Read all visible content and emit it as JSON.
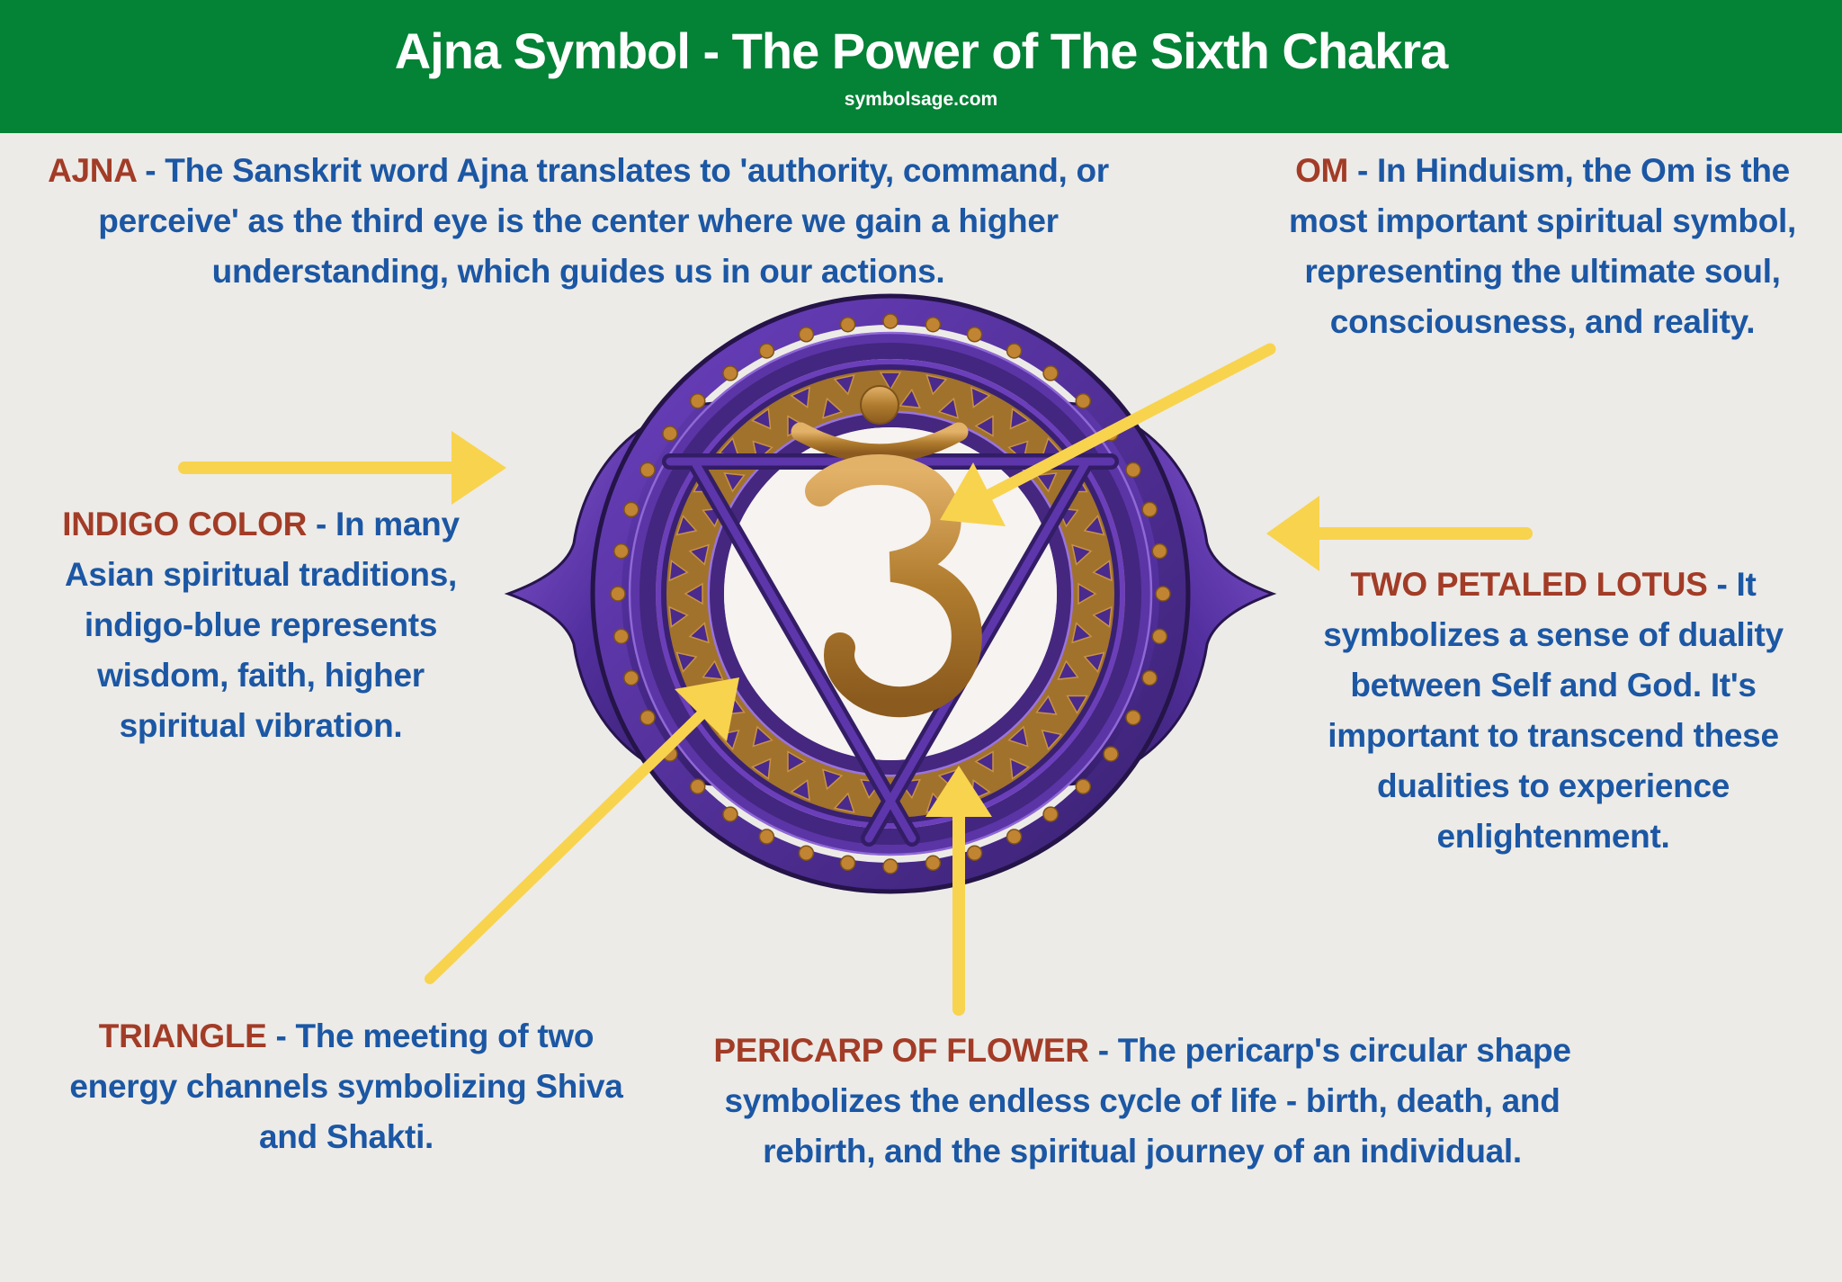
{
  "header": {
    "title": "Ajna Symbol - The Power of The Sixth Chakra",
    "site": "symbolsage.com"
  },
  "annotations": {
    "ajna": {
      "label": "AJNA",
      "text": " - The Sanskrit word Ajna translates to 'authority, command, or perceive' as the third eye is the center where we gain a higher understanding, which guides us in our actions."
    },
    "om": {
      "label": "OM",
      "text": " - In Hinduism, the Om is the most important spiritual symbol, representing the ultimate soul, consciousness, and reality."
    },
    "indigo_color": {
      "label": "INDIGO COLOR",
      "text": " - In many Asian spiritual traditions, indigo-blue represents wisdom, faith, higher spiritual vibration."
    },
    "two_petaled_lotus": {
      "label": "TWO PETALED LOTUS",
      "text": " - It symbolizes a sense of duality between Self and God. It's important to transcend these dualities to experience enlightenment."
    },
    "triangle": {
      "label": "TRIANGLE",
      "text": " - The meeting of two energy channels symbolizing Shiva and Shakti."
    },
    "pericarp": {
      "label": "PERICARP OF FLOWER",
      "text": " - The pericarp's circular shape symbolizes the endless cycle of life - birth, death, and rebirth, and the spiritual journey of an individual."
    }
  },
  "illustration": {
    "subject": "Ajna chakra symbol",
    "elements": [
      "two-petaled-lotus",
      "pericarp-ring",
      "inverted-triangle",
      "om-glyph"
    ]
  },
  "colors": {
    "header_green": "#048236",
    "text_blue": "#1b57a4",
    "label_brown": "#a23c27",
    "arrow_yellow": "#f8d34e",
    "chakra_purple": "#4b2b94",
    "chakra_gold": "#b07c2f",
    "background": "#edebe7"
  }
}
